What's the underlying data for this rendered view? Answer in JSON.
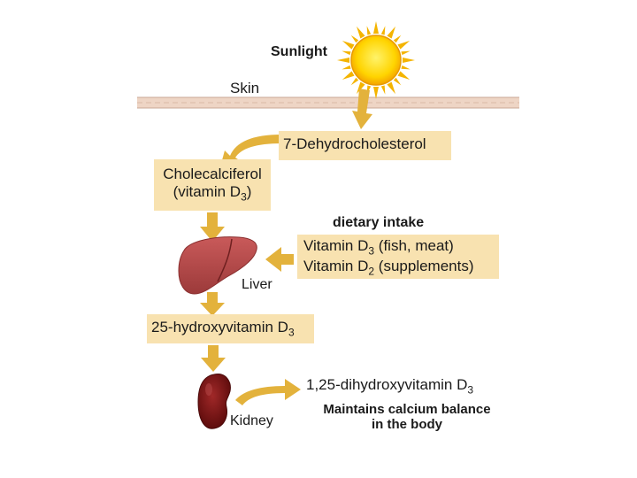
{
  "labels": {
    "sunlight": "Sunlight",
    "skin": "Skin",
    "dehydrocholesterol": "7-Dehydrocholesterol",
    "cholecalciferol_line1": "Cholecalciferol",
    "cholecalciferol_line2_prefix": "(vitamin D",
    "cholecalciferol_line2_sub": "3",
    "cholecalciferol_line2_suffix": ")",
    "dietary_intake": "dietary intake",
    "diet_line1_prefix": "Vitamin D",
    "diet_line1_sub": "3",
    "diet_line1_suffix": " (fish, meat)",
    "diet_line2_prefix": "Vitamin D",
    "diet_line2_sub": "2",
    "diet_line2_suffix": " (supplements)",
    "liver": "Liver",
    "hydroxyvitamin_prefix": "25-hydroxyvitamin D",
    "hydroxyvitamin_sub": "3",
    "kidney": "Kidney",
    "dihydroxy_prefix": "1,25-dihydroxyvitamin D",
    "dihydroxy_sub": "3",
    "calcium_line1": "Maintains calcium balance",
    "calcium_line2": "in the body"
  },
  "colors": {
    "box_fill": "#f8e2b0",
    "arrow": "#e3b23c",
    "skin_band": "#eed5c5",
    "sun": "#ffd400",
    "liver": "#b84a4a",
    "kidney": "#7a1616"
  },
  "icons": [
    "sun-icon",
    "liver-icon",
    "kidney-icon"
  ]
}
